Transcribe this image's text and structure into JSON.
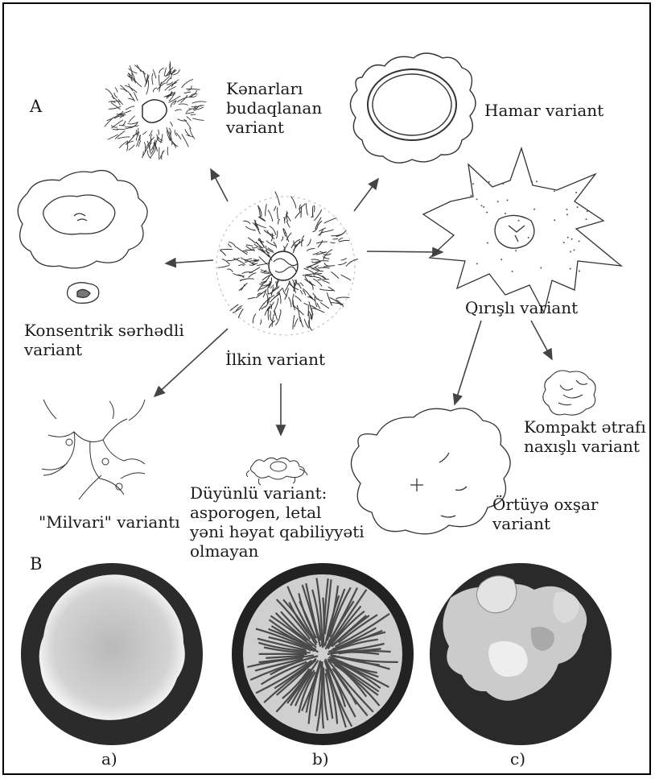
{
  "section_a": "A",
  "section_b": "B",
  "center_label": "İlkin variant",
  "labels": {
    "branching": "Kənarları\nbudaqlanan\nvariant",
    "smooth": "Hamar variant",
    "concentric": "Konsentrik sərhədli\nvariant",
    "wrinkled": "Qırışlı variant",
    "compact": "Kompakt ətrafı\nnaxışlı variant",
    "cover": "Örtüyə oxşar\nvariant",
    "filamentous": "\"Milvari\" variantı",
    "nodular": "Düyünlü variant:\nasporogen, letal\nyəni həyat qabiliyyəti\nolmayan"
  },
  "captions": [
    "a)",
    "b)",
    "c)"
  ]
}
